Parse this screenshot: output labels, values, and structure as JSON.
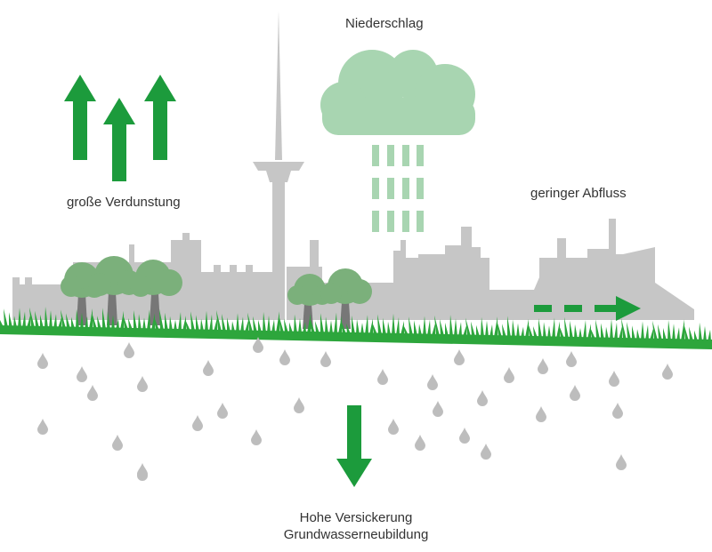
{
  "labels": {
    "precipitation": "Niederschlag",
    "evaporation": "große Verdunstung",
    "runoff": "geringer Abfluss",
    "infiltration_line1": "Hohe Versickerung",
    "infiltration_line2": "Grundwasserneubildung"
  },
  "colors": {
    "arrow_green": "#1c9b3c",
    "cloud": "#a8d5b1",
    "rain": "#a8d5b1",
    "city": "#c6c6c6",
    "tree_crown": "#7bb07b",
    "tree_trunk": "#777777",
    "grass": "#2da63c",
    "drops": "#bdbdbd"
  },
  "icons": [
    "evaporation-arrow-icon",
    "cloud-icon",
    "rain-icon",
    "runoff-arrow-icon",
    "infiltration-arrow-icon",
    "tree-icon",
    "water-drop-icon"
  ]
}
